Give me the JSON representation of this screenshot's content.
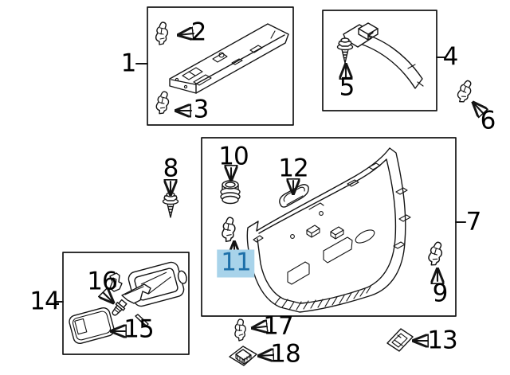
{
  "diagram": {
    "selected_part": "11",
    "colors": {
      "background": "#ffffff",
      "line": "#141414",
      "label_text": "#000000",
      "highlight_bg": "#a8d3ea",
      "highlight_text": "#1d6fa8"
    },
    "callouts": [
      {
        "label": "1"
      },
      {
        "label": "2"
      },
      {
        "label": "3"
      },
      {
        "label": "4"
      },
      {
        "label": "5"
      },
      {
        "label": "6"
      },
      {
        "label": "7"
      },
      {
        "label": "8"
      },
      {
        "label": "9"
      },
      {
        "label": "10"
      },
      {
        "label": "11"
      },
      {
        "label": "12"
      },
      {
        "label": "13"
      },
      {
        "label": "14"
      },
      {
        "label": "15"
      },
      {
        "label": "16"
      },
      {
        "label": "17"
      },
      {
        "label": "18"
      }
    ]
  }
}
